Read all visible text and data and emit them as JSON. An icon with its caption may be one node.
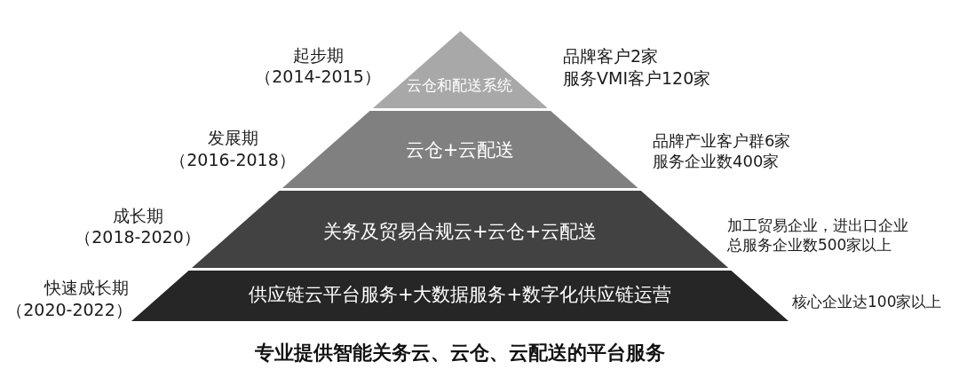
{
  "diagram": {
    "caption": "专业提供智能关务云、云仓、云配送的平台服务",
    "nodes": [
      {
        "text": [
          "云仓和配送系统"
        ],
        "beside": [
          "起步期",
          "（2014-2015）",
          "品牌客户2家",
          "服务VMI客户120家"
        ]
      },
      {
        "text": [
          "云仓+云配送"
        ],
        "beside": [
          "发展期",
          "（2016-2018）",
          "品牌产业客户群6家",
          "服务企业数400家"
        ]
      },
      {
        "text": [
          "关务及贸易合规云+云仓+云配送"
        ],
        "beside": [
          "成长期",
          "（2018-2020）",
          "加工贸易企业，进出口企业",
          "总服务企业数500家以上"
        ]
      },
      {
        "text": [
          "供应链云平台服务+大数据服务+数字化供应链运营"
        ],
        "beside": [
          "快速成长期",
          "（2020-2022）",
          "核心企业达100家以上"
        ]
      }
    ]
  }
}
